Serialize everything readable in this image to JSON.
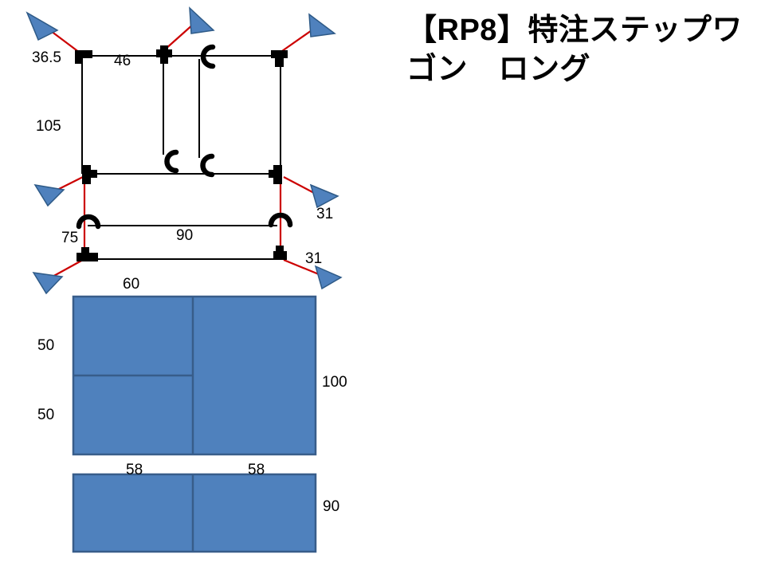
{
  "title": {
    "line1": "【RP8】特注ステップワ",
    "line2": "ゴン　ロング"
  },
  "frame": {
    "labels": {
      "offset_top_left": "36.5",
      "top_span": "46",
      "side_height": "105",
      "right_offset_upper": "31",
      "left_lower_span": "75",
      "center_width": "90",
      "right_offset_lower": "31",
      "bottom_span": "60"
    }
  },
  "panels": {
    "upper": {
      "left_top_height": "50",
      "left_bottom_height": "50",
      "right_height": "100"
    },
    "lower": {
      "left_width": "58",
      "right_width": "58",
      "height": "90"
    }
  },
  "colors": {
    "panel_fill": "#4f81bd",
    "panel_border": "#385d8a",
    "frame_line": "#000000",
    "tension_line": "#cc0000",
    "marker_fill": "#4f81bd",
    "marker_border": "#2e5a87"
  }
}
